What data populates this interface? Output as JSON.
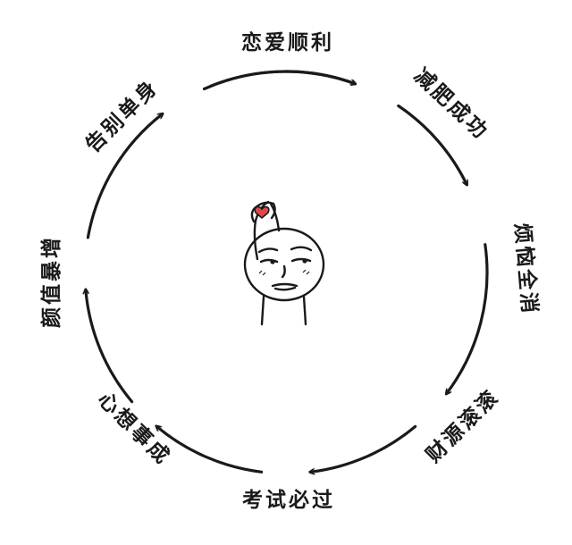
{
  "cycle_labels": [
    "恋爱顺利",
    "减肥成功",
    "烦恼全消",
    "财源滚滚",
    "考试必过",
    "心想事成",
    "颜值暴增",
    "告别单身"
  ],
  "colors": {
    "ink": "#1a1a1a",
    "heart": "#e0474c",
    "background": "#ffffff"
  },
  "icons": {
    "center": "meme-face-heart-icon",
    "arrow": "clockwise-arrow-icon"
  }
}
